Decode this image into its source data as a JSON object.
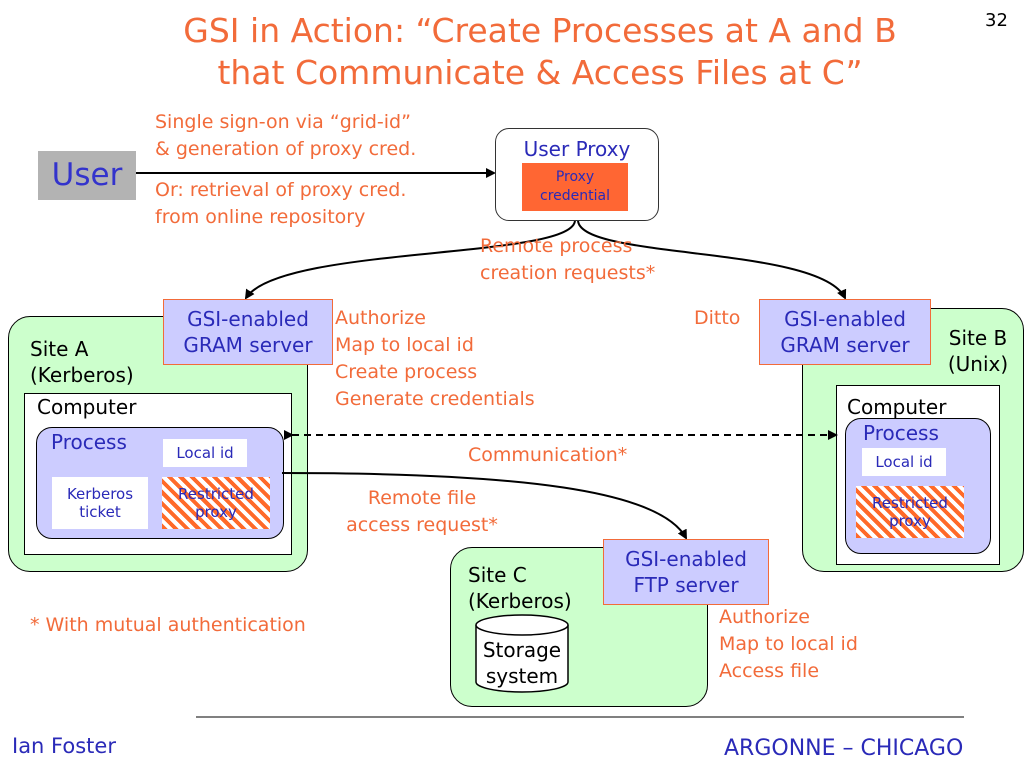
{
  "slide": {
    "title_line1": "GSI in Action: “Create Processes at A and B",
    "title_line2": "that Communicate & Access Files at C”",
    "page_number": "32",
    "footer_left": "Ian Foster",
    "footer_right": "ARGONNE – CHICAGO"
  },
  "user": {
    "label": "User"
  },
  "annotations": {
    "sso_line1": "Single sign-on via “grid-id”",
    "sso_line2": "& generation of proxy cred.",
    "retrieval_line1": "Or: retrieval of proxy cred.",
    "retrieval_line2": "from online repository",
    "remote_proc_line1": "Remote process",
    "remote_proc_line2": "creation requests*",
    "authorize_a": [
      "Authorize",
      "Map to local id",
      "Create process",
      "Generate credentials"
    ],
    "ditto": "Ditto",
    "communication": "Communication*",
    "remote_file_line1": "Remote file",
    "remote_file_line2": "access request*",
    "authorize_c": [
      "Authorize",
      "Map to local id",
      "Access file"
    ],
    "mutual_auth": "* With mutual authentication"
  },
  "user_proxy": {
    "title": "User Proxy",
    "credential_line1": "Proxy",
    "credential_line2": "credential"
  },
  "site_a": {
    "name_line1": "Site A",
    "name_line2": "(Kerberos)",
    "gram_line1": "GSI-enabled",
    "gram_line2": "GRAM server",
    "computer": "Computer",
    "process": "Process",
    "local_id": "Local id",
    "kerberos_line1": "Kerberos",
    "kerberos_line2": "ticket",
    "restricted_line1": "Restricted",
    "restricted_line2": "proxy"
  },
  "site_b": {
    "name_line1": "Site B",
    "name_line2": "(Unix)",
    "gram_line1": "GSI-enabled",
    "gram_line2": "GRAM server",
    "computer": "Computer",
    "process": "Process",
    "local_id": "Local id",
    "restricted_line1": "Restricted",
    "restricted_line2": "proxy"
  },
  "site_c": {
    "name_line1": "Site C",
    "name_line2": "(Kerberos)",
    "ftp_line1": "GSI-enabled",
    "ftp_line2": "FTP server",
    "storage_line1": "Storage",
    "storage_line2": "system"
  },
  "colors": {
    "accent": "#f26b3a",
    "text_blue": "#2a2ab8",
    "site_fill": "#ccffcc",
    "process_fill": "#ccccff",
    "credential_fill": "#ff6633"
  }
}
